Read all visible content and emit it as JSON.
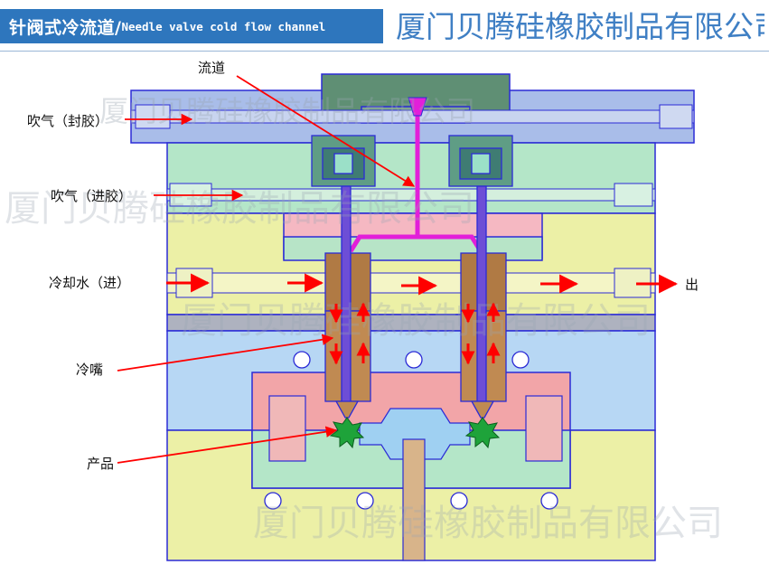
{
  "header": {
    "title_zh": "针阀式冷流道/",
    "title_en": "Needle valve cold flow channel",
    "company": "厦门贝腾硅橡胶制品有限公司"
  },
  "watermark": {
    "text": "厦门贝腾硅橡胶制品有限公司"
  },
  "labels": {
    "runner": "流道",
    "air_seal": "吹气（封胶）",
    "air_feed": "吹气（进胶）",
    "water_in": "冷却水（进）",
    "water_out": "出",
    "cold_nozzle": "冷嘴",
    "product": "产品"
  },
  "colors": {
    "title_bg": "#2e76bd",
    "company_text": "#3f7fc4",
    "outline": "#2b2bd6",
    "arrow": "#ff0000",
    "runner": "#e21fd9",
    "plate_blue": "#9fb3e6",
    "plate_green": "#b4e6c8",
    "plate_yellow": "#ecf0a6",
    "plate_pink": "#f2a5a8",
    "plate_lightblue": "#b7d7f4",
    "product": "#1ea33a",
    "needle_tube": "#b07a44"
  }
}
